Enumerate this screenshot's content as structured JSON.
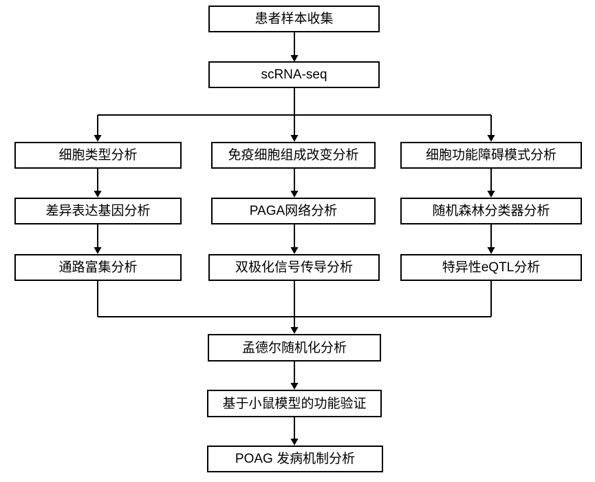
{
  "colors": {
    "line": "#000000",
    "box_border": "#000000",
    "box_fill": "#ffffff",
    "text": "#000000"
  },
  "flow": {
    "patient_sample": "患者样本收集",
    "scrna_seq": "scRNA-seq",
    "cell_type": "细胞类型分析",
    "immune_composition": "免疫细胞组成改变分析",
    "dysfunction_pattern": "细胞功能障碍模式分析",
    "deg": "差异表达基因分析",
    "paga": "PAGA网络分析",
    "random_forest": "随机森林分类器分析",
    "pathway_enrichment": "通路富集分析",
    "bipolar_signaling": "双极化信号传导分析",
    "eqtl": "特异性eQTL分析",
    "mendelian": "孟德尔随机化分析",
    "mouse_validation": "基于小鼠模型的功能验证",
    "poag_mechanism": "POAG 发病机制分析"
  },
  "edges": [
    {
      "from": "patient_sample",
      "to": "scrna_seq"
    },
    {
      "from": "scrna_seq",
      "to": "cell_type"
    },
    {
      "from": "scrna_seq",
      "to": "immune_composition"
    },
    {
      "from": "scrna_seq",
      "to": "dysfunction_pattern"
    },
    {
      "from": "cell_type",
      "to": "deg"
    },
    {
      "from": "deg",
      "to": "pathway_enrichment"
    },
    {
      "from": "immune_composition",
      "to": "paga"
    },
    {
      "from": "paga",
      "to": "bipolar_signaling"
    },
    {
      "from": "dysfunction_pattern",
      "to": "random_forest"
    },
    {
      "from": "random_forest",
      "to": "eqtl"
    },
    {
      "from": "pathway_enrichment",
      "to": "mendelian"
    },
    {
      "from": "bipolar_signaling",
      "to": "mendelian"
    },
    {
      "from": "eqtl",
      "to": "mendelian"
    },
    {
      "from": "mendelian",
      "to": "mouse_validation"
    },
    {
      "from": "mouse_validation",
      "to": "poag_mechanism"
    }
  ]
}
